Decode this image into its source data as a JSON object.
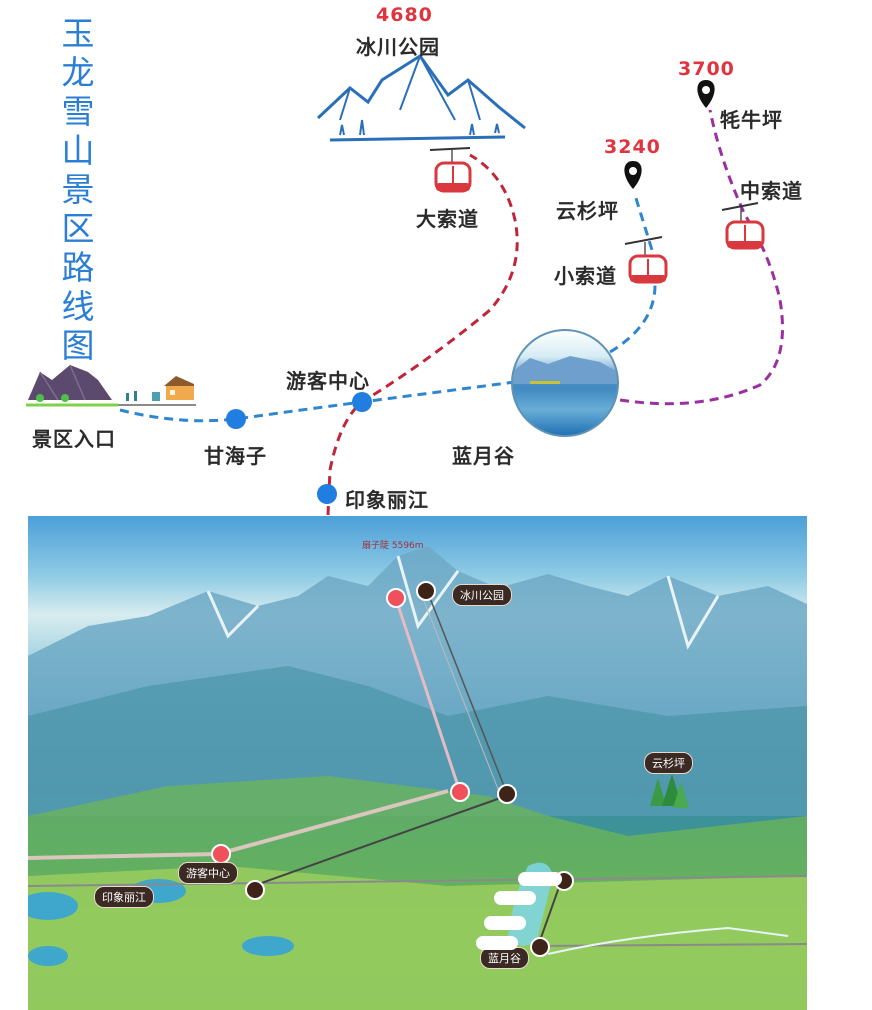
{
  "title": {
    "chars": [
      "玉",
      "龙",
      "雪",
      "山",
      "景",
      "区",
      "路",
      "线",
      "图"
    ],
    "color": "#2a7fd4"
  },
  "diagram": {
    "peaks": [
      {
        "name": "冰川公园",
        "altitude": "4680"
      },
      {
        "name": "云杉坪",
        "altitude": "3240"
      },
      {
        "name": "牦牛坪",
        "altitude": "3700"
      }
    ],
    "cableways": [
      {
        "name": "大索道",
        "line_color": "#c0263a"
      },
      {
        "name": "小索道",
        "line_color": "#3a8fd0"
      },
      {
        "name": "中索道",
        "line_color": "#9a2fa0"
      }
    ],
    "stops": {
      "entrance": "景区入口",
      "ganhaizi": "甘海子",
      "visitor_center": "游客中心",
      "impression": "印象丽江",
      "blue_moon_valley": "蓝月谷"
    },
    "colors": {
      "altitude": "#e0343f",
      "stop_dot": "#1f7ee0",
      "route_blue": "#2f86cc",
      "route_red": "#c0263a",
      "route_purple": "#9a2fa0"
    }
  },
  "illustrated_map": {
    "labels": {
      "glacier_park": "冰川公园",
      "visitor_center": "游客中心",
      "impression": "印象丽江",
      "spruce_meadow": "云杉坪",
      "blue_moon_valley": "蓝月谷",
      "peak_note": "扇子陡 5596m"
    }
  }
}
